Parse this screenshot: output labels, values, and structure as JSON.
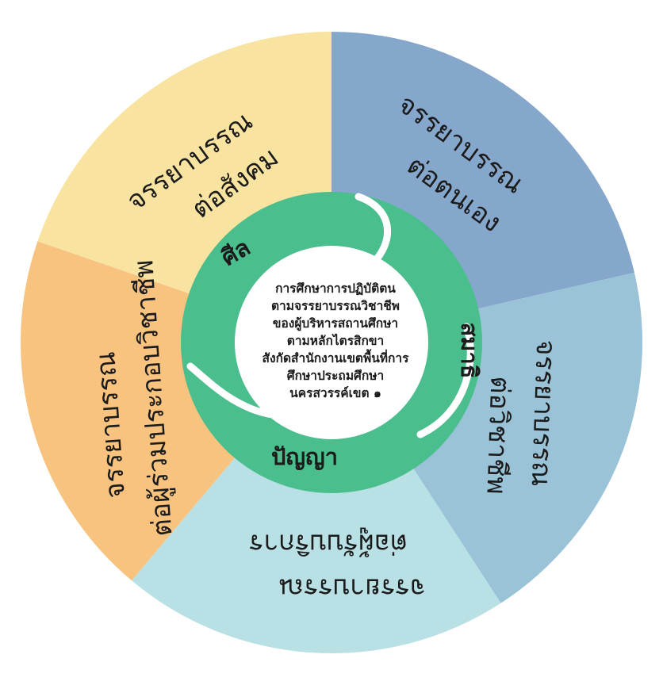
{
  "segments": [
    {
      "lines": [
        "จรรยาบรรณ",
        "ต่อสังคม"
      ],
      "color": "#F8E3A1"
    },
    {
      "lines": [
        "จรรยาบรรณ",
        "ต่อตนเอง"
      ],
      "color": "#85A7CB"
    },
    {
      "lines": [
        "จรรยาบรรณ",
        "ต่อวิชาชีพ"
      ],
      "color": "#9AC3D8"
    },
    {
      "lines": [
        "จรรยาบรรณ",
        "ต่อผู้รับบริการ"
      ],
      "color": "#B9E0E4"
    },
    {
      "lines": [
        "จรรยาบรรณ",
        "ต่อผู้ร่วมประกอบวิชาชีพ"
      ],
      "color": "#F7C37F"
    }
  ],
  "virtues": [
    {
      "label": "ศีล"
    },
    {
      "label": "สมาธิ"
    },
    {
      "label": "ปัญญา"
    }
  ],
  "colors": {
    "ring": "#4BBE8E",
    "center": "#FFFFFF",
    "divider": "#FFFFFF"
  },
  "center": {
    "lines": [
      "การศึกษาการปฏิบัติตน",
      "ตามจรรยาบรรณวิชาชีพ",
      "ของผู้บริหารสถานศึกษา",
      "ตามหลักไตรสิกขา",
      "สังกัดสำนักงานเขตพื้นที่การ",
      "ศึกษาประถมศึกษา",
      "นครสวรรค์เขต ๑"
    ]
  }
}
